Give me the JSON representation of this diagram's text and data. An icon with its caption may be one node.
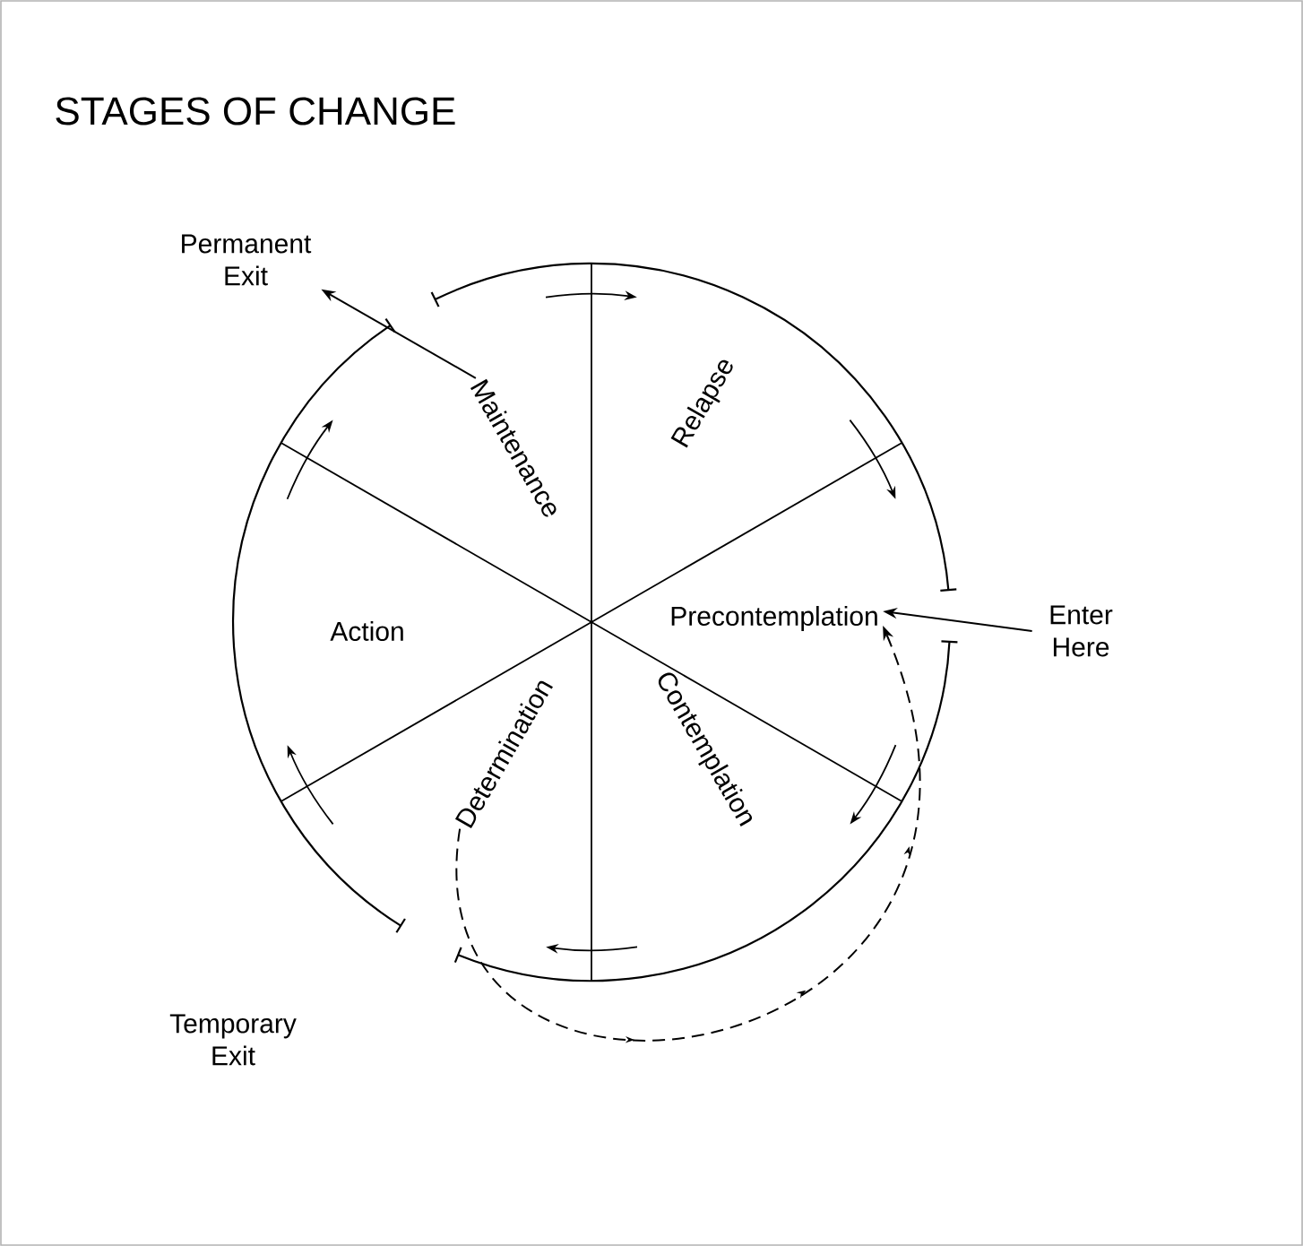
{
  "diagram": {
    "title": "STAGES OF CHANGE",
    "nodes": [
      {
        "text": [
          "Permanent Exit"
        ]
      },
      {
        "text": [
          "Maintenance"
        ]
      },
      {
        "text": [
          "Relapse"
        ]
      },
      {
        "text": [
          "Action"
        ]
      },
      {
        "text": [
          "Precontemplation"
        ]
      },
      {
        "text": [
          "Enter Here"
        ]
      },
      {
        "text": [
          "Determination"
        ]
      },
      {
        "text": [
          "Contemplation"
        ]
      }
    ],
    "edges": [
      {
        "from": 1,
        "to": 0,
        "arrow": "to"
      },
      {
        "from": 5,
        "to": 4,
        "arrow": "to"
      },
      {
        "from": 6,
        "to": 4,
        "arrow": "to",
        "style": "dashed"
      }
    ],
    "labels": [
      "Temporary Exit"
    ]
  }
}
